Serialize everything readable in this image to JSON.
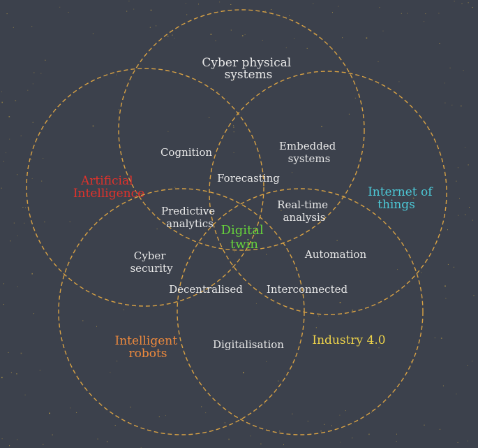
{
  "colors": {
    "background": "#3c414c",
    "circle_stroke": "#d9a244",
    "speckle": "#c9a646",
    "text_default": "#e8e8e8",
    "artificial_intelligence": "#e0322b",
    "internet_of_things": "#4cc8d6",
    "intelligent_robots": "#ef8a3d",
    "industry_4_0": "#ecd24a",
    "digital_twin": "#66d23c"
  },
  "sets": {
    "cyber_physical_systems": [
      "Cyber physical",
      "systems"
    ],
    "artificial_intelligence": [
      "Artificial",
      "Intelligence"
    ],
    "internet_of_things": [
      "Internet of",
      "things"
    ],
    "intelligent_robots": [
      "Intelligent",
      "robots"
    ],
    "industry_4_0": [
      "Industry 4.0"
    ]
  },
  "overlaps": {
    "cognition": [
      "Cognition"
    ],
    "embedded_systems": [
      "Embedded",
      "systems"
    ],
    "forecasting": [
      "Forecasting"
    ],
    "predictive_analytics": [
      "Predictive",
      "analytics"
    ],
    "real_time_analysis": [
      "Real-time",
      "analysis"
    ],
    "cyber_security": [
      "Cyber",
      "security"
    ],
    "automation": [
      "Automation"
    ],
    "decentralised": [
      "Decentralised"
    ],
    "interconnected": [
      "Interconnected"
    ],
    "digitalisation": [
      "Digitalisation"
    ]
  },
  "center": {
    "digital_twin": [
      "Digital",
      "twin"
    ]
  }
}
